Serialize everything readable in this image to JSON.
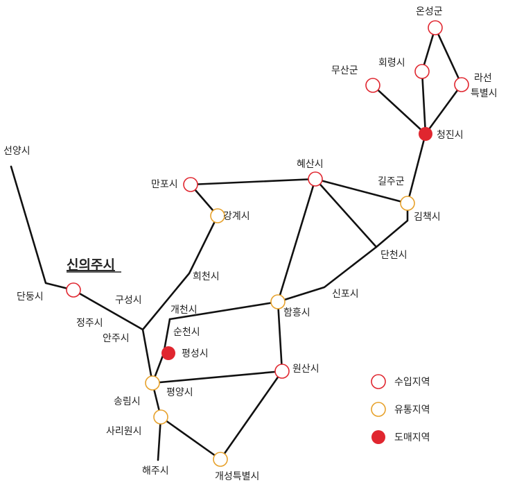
{
  "colors": {
    "import": "#e0262f",
    "distribution": "#e7a12a",
    "wholesale": "#e0262f",
    "road": "#111111",
    "text": "#222222"
  },
  "cities": {
    "sinuiju": "신의주시",
    "dandong": "단둥시",
    "shenyang": "선양시",
    "jeongju": "정주시",
    "anju": "안주시",
    "guseong": "구성시",
    "huicheon": "희천시",
    "ganggye": "강계시",
    "manpo": "만포시",
    "hyesan": "혜산시",
    "gilju": "길주군",
    "gimchaek": "김책시",
    "dancheon": "단천시",
    "sinpo": "신포시",
    "hamhung": "함흥시",
    "gaecheon": "개천시",
    "suncheon": "순천시",
    "pyongseong": "평성시",
    "pyongyang": "평양시",
    "songrim": "송림시",
    "sariwon": "사리원시",
    "haeju": "해주시",
    "kaesong": "개성특별시",
    "wonsan": "원산시",
    "chongjin": "청진시",
    "musan": "무산군",
    "hoeryong": "회령시",
    "onsong": "온성군",
    "rason_1": "라선",
    "rason_2": "특별시"
  },
  "legend": {
    "import": "수입지역",
    "distribution": "유통지역",
    "wholesale": "도매지역"
  }
}
